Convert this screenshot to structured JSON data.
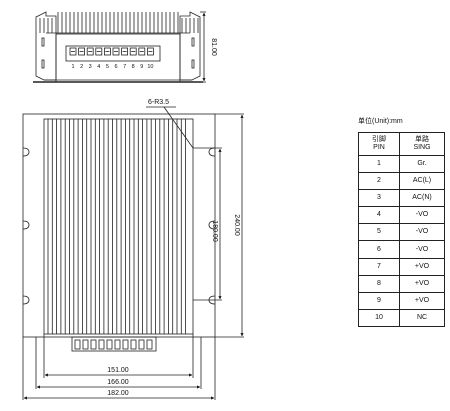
{
  "front_view": {
    "height_dim": "81.00",
    "connector_pin_numbers": [
      "1",
      "2",
      "3",
      "4",
      "5",
      "6",
      "7",
      "8",
      "9",
      "10"
    ]
  },
  "top_view": {
    "hole_callout": "6-R3.5",
    "dim_180": "180.00",
    "dim_240": "240.00",
    "dim_151": "151.00",
    "dim_166": "166.00",
    "dim_182": "182.00"
  },
  "pin_table": {
    "unit_label": "单位(Unit):mm",
    "header_pin_cn": "引脚",
    "header_pin_en": "PIN",
    "header_sing_cn": "单路",
    "header_sing_en": "SING",
    "rows": [
      {
        "pin": "1",
        "sing": "Gr."
      },
      {
        "pin": "2",
        "sing": "AC(L)"
      },
      {
        "pin": "3",
        "sing": "AC(N)"
      },
      {
        "pin": "4",
        "sing": "-VO"
      },
      {
        "pin": "5",
        "sing": "-VO"
      },
      {
        "pin": "6",
        "sing": "-VO"
      },
      {
        "pin": "7",
        "sing": "+VO"
      },
      {
        "pin": "8",
        "sing": "+VO"
      },
      {
        "pin": "9",
        "sing": "+VO"
      },
      {
        "pin": "10",
        "sing": "NC"
      }
    ]
  }
}
